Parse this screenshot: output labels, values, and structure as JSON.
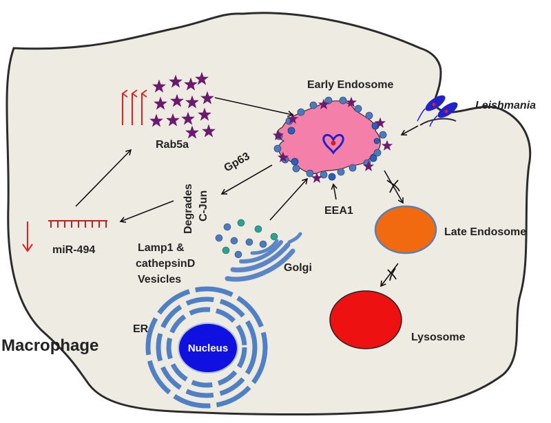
{
  "labels": {
    "macrophage": "Macrophage",
    "early_endosome": "Early Endosome",
    "leishmania": "Leishmania",
    "rab5a": "Rab5a",
    "gp63": "Gp63",
    "degrades_line1": "Degrades",
    "degrades_line2": "C-Jun",
    "mir494": "miR-494",
    "eea1": "EEA1",
    "late_endosome": "Late Endosome",
    "lamp1_line1": "Lamp1 &",
    "lamp1_line2": "cathepsinD",
    "lamp1_line3": "Vesicles",
    "golgi": "Golgi",
    "er": "ER",
    "nucleus": "Nucleus",
    "lysosome": "Lysosome"
  },
  "colors": {
    "cell_fill": "#eeebe3",
    "cell_stroke": "#2b2b2b",
    "endosome": "#f47fa8",
    "rab5a_star": "#6b1a6e",
    "up_arrow": "#e02020",
    "late_endosome": "#f26a10",
    "lysosome": "#ee1111",
    "golgi": "#5a85c6",
    "vesicle_teal": "#2fa38a",
    "vesicle_blue": "#4f79b8",
    "nucleus": "#1010e0",
    "er": "#4f7fc4"
  },
  "icons": [
    "up-arrow-icon",
    "down-arrow-icon",
    "blocked-arrow-icon",
    "star-icon"
  ]
}
